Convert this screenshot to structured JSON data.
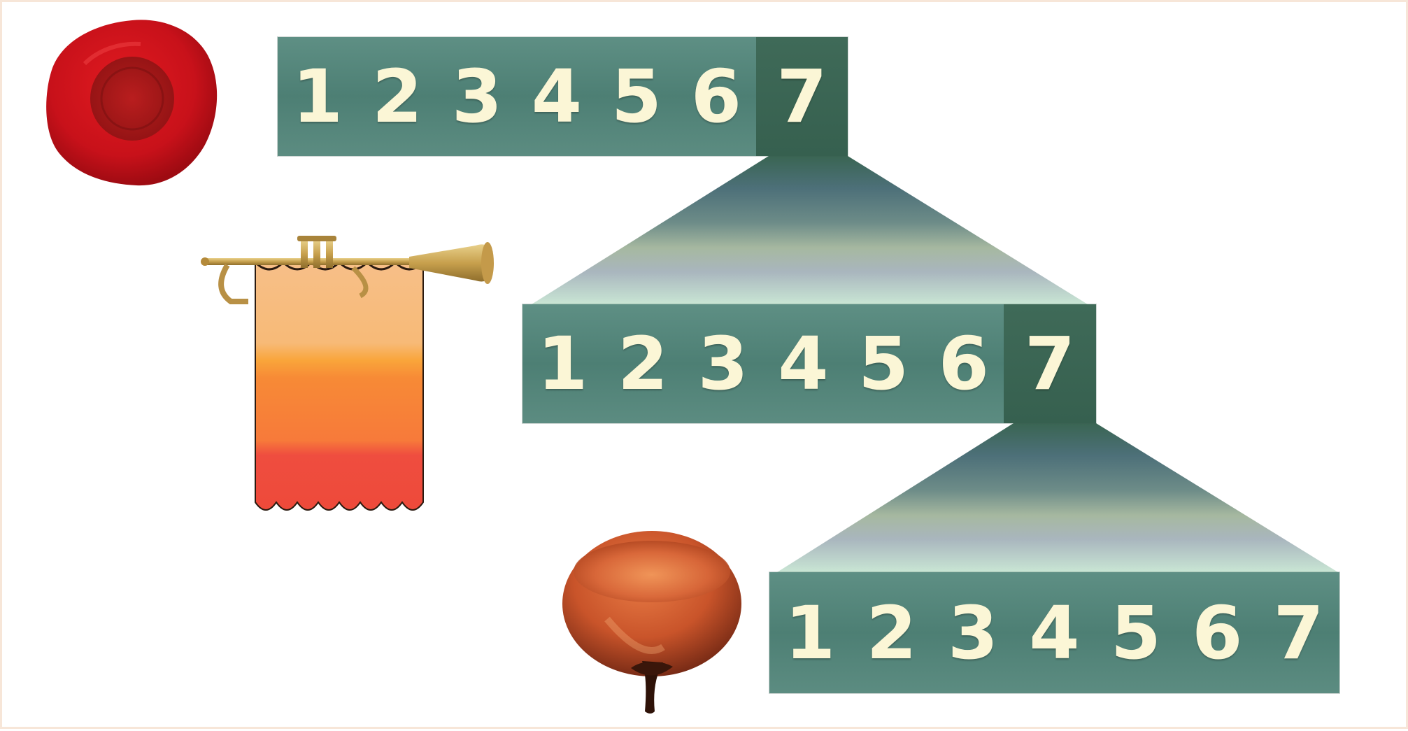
{
  "rows": [
    {
      "cells": [
        "1",
        "2",
        "3",
        "4",
        "5",
        "6",
        "7"
      ],
      "highlighted_index": 6
    },
    {
      "cells": [
        "1",
        "2",
        "3",
        "4",
        "5",
        "6",
        "7"
      ],
      "highlighted_index": 6
    },
    {
      "cells": [
        "1",
        "2",
        "3",
        "4",
        "5",
        "6",
        "7"
      ],
      "highlighted_index": null
    }
  ],
  "icons": [
    "wax-seal-icon",
    "trumpet-banner-icon",
    "bowl-icon"
  ],
  "colors": {
    "cell": "#4f8176",
    "cell_highlight": "#3a6553",
    "digit": "#fbf6d6",
    "seal": "#d4141a",
    "banner_top": "#f5b57a",
    "banner_bottom": "#ef4a3c",
    "bowl": "#c9542a"
  }
}
